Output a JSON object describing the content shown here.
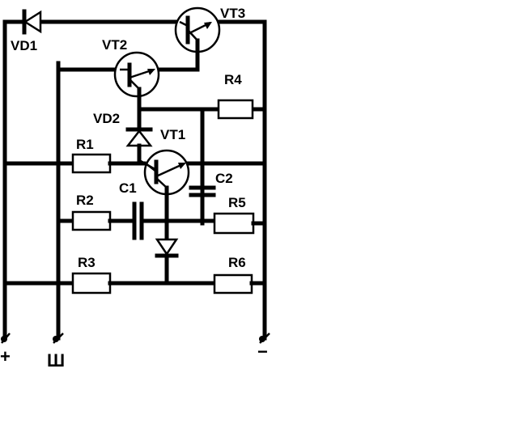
{
  "labels": {
    "vd1": "VD1",
    "vd2": "VD2",
    "vt1": "VT1",
    "vt2": "VT2",
    "vt3": "VT3",
    "r1": "R1",
    "r2": "R2",
    "r3": "R3",
    "r4": "R4",
    "r5": "R5",
    "r6": "R6",
    "c1": "C1",
    "c2": "C2"
  },
  "terminals": {
    "plus": "+",
    "shunt": "Ш",
    "minus": "−"
  }
}
